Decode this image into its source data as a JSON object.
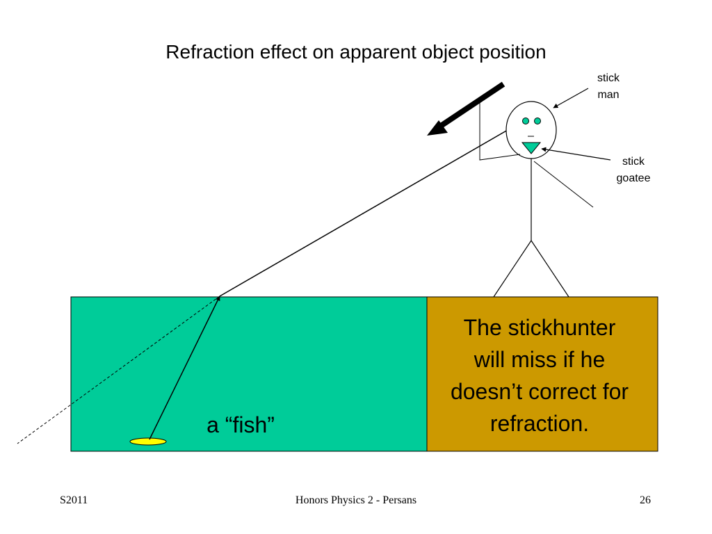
{
  "slide": {
    "title": "Refraction effect on apparent object position",
    "footer": {
      "left": "S2011",
      "center": "Honors Physics 2 - Persans",
      "right": "26"
    }
  },
  "labels": {
    "stick_man": [
      "stick",
      "man"
    ],
    "stick_goatee": [
      "stick",
      "goatee"
    ],
    "fish": "a “fish”",
    "message": [
      "The stickhunter",
      "will miss if he",
      "doesn’t correct for",
      "refraction."
    ]
  },
  "colors": {
    "water": "#00CC99",
    "message_box": "#CC9900",
    "fish": "#FFFF00",
    "eyes": "#00CC99",
    "goatee": "#00CC99",
    "line": "#000000",
    "background": "#FFFFFF"
  },
  "icons": {
    "spear": "spear-arrow-icon"
  }
}
